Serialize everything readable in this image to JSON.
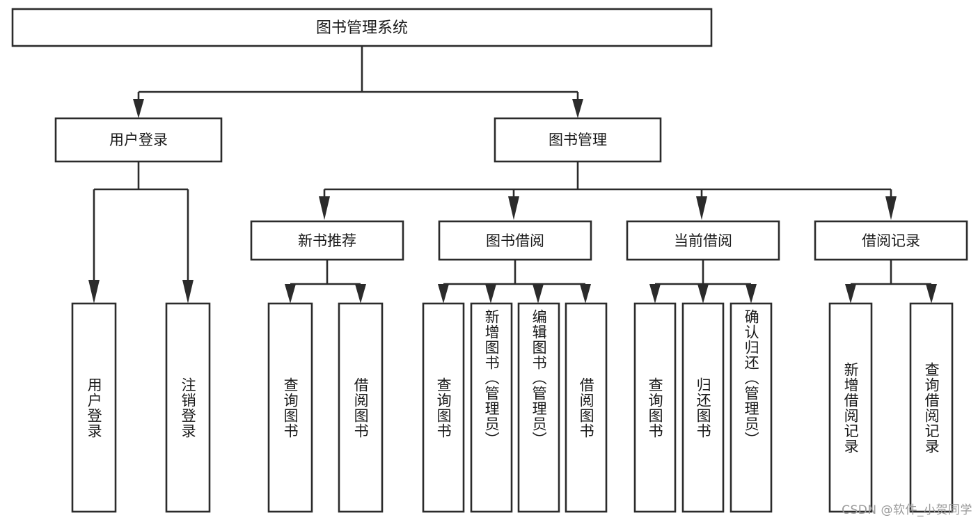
{
  "diagram": {
    "title": "图书管理系统",
    "type": "functional-structure-tree",
    "watermark": "CSDN @软件_小贺同学",
    "colors": {
      "stroke": "#2b2b2b",
      "fill": "#ffffff",
      "text": "#1a1a1a",
      "watermark": "#9a9a9a"
    },
    "root": {
      "label": "图书管理系统"
    },
    "level2": [
      {
        "id": "user-login",
        "label": "用户登录"
      },
      {
        "id": "book-manage",
        "label": "图书管理"
      }
    ],
    "level3": [
      {
        "id": "new-book-recommend",
        "label": "新书推荐",
        "parent": "book-manage"
      },
      {
        "id": "book-borrow",
        "label": "图书借阅",
        "parent": "book-manage"
      },
      {
        "id": "current-borrow",
        "label": "当前借阅",
        "parent": "book-manage"
      },
      {
        "id": "borrow-record",
        "label": "借阅记录",
        "parent": "book-manage"
      }
    ],
    "leaves": [
      {
        "id": "leaf-user-login",
        "label": "用户登录",
        "parent": "user-login"
      },
      {
        "id": "leaf-logout",
        "label": "注销登录",
        "parent": "user-login"
      },
      {
        "id": "leaf-query-book-1",
        "label": "查询图书",
        "parent": "new-book-recommend"
      },
      {
        "id": "leaf-borrow-book-1",
        "label": "借阅图书",
        "parent": "new-book-recommend"
      },
      {
        "id": "leaf-query-book-2",
        "label": "查询图书",
        "parent": "book-borrow"
      },
      {
        "id": "leaf-add-book",
        "label": "新增图书（管理员）",
        "parent": "book-borrow"
      },
      {
        "id": "leaf-edit-book",
        "label": "编辑图书（管理员）",
        "parent": "book-borrow"
      },
      {
        "id": "leaf-borrow-book-2",
        "label": "借阅图书",
        "parent": "book-borrow"
      },
      {
        "id": "leaf-query-book-3",
        "label": "查询图书",
        "parent": "current-borrow"
      },
      {
        "id": "leaf-return-book",
        "label": "归还图书",
        "parent": "current-borrow"
      },
      {
        "id": "leaf-confirm-return",
        "label": "确认归还（管理员）",
        "parent": "current-borrow"
      },
      {
        "id": "leaf-add-record",
        "label": "新增借阅记录",
        "parent": "borrow-record"
      },
      {
        "id": "leaf-query-record",
        "label": "查询借阅记录",
        "parent": "borrow-record"
      }
    ]
  }
}
